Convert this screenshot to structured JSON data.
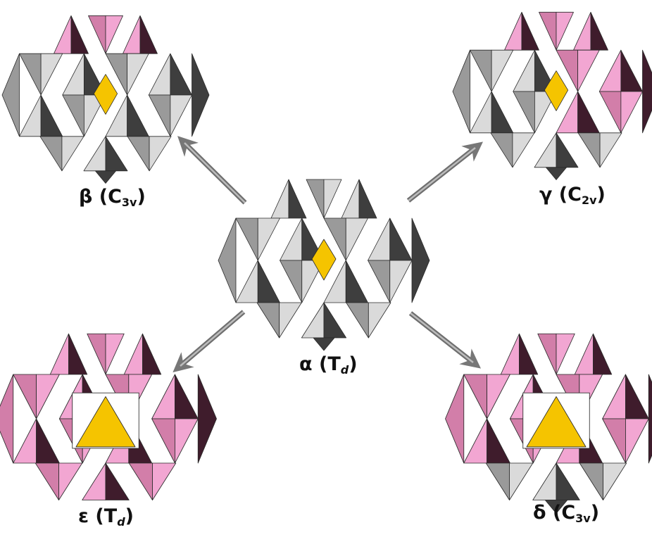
{
  "colors": {
    "pink_light": "#f2a6d2",
    "pink_mid": "#d27ea9",
    "pink_dark": "#3f1c2c",
    "grey_light": "#dadada",
    "grey_mid": "#9a9a9a",
    "grey_dark": "#3e3e3e",
    "tetrahedron": "#f5c400",
    "arrow": "#777777",
    "label": "#111111"
  },
  "isomers": [
    {
      "id": "alpha",
      "greek": "α",
      "symmetry": "T",
      "symmetry_sub": "d",
      "sub_italic": true,
      "color_scheme": "all-grey"
    },
    {
      "id": "beta",
      "greek": "β",
      "symmetry": "C",
      "symmetry_sub": "3v",
      "sub_italic": false,
      "color_scheme": "one rotated cap (pink)"
    },
    {
      "id": "gamma",
      "greek": "γ",
      "symmetry": "C",
      "symmetry_sub": "2v",
      "sub_italic": false,
      "color_scheme": "two rotated triads (pink)"
    },
    {
      "id": "delta",
      "greek": "δ",
      "symmetry": "C",
      "symmetry_sub": "3v",
      "sub_italic": false,
      "color_scheme": "three rotated triads (pink)"
    },
    {
      "id": "epsilon",
      "greek": "ε",
      "symmetry": "T",
      "symmetry_sub": "d",
      "sub_italic": true,
      "color_scheme": "all-pink"
    }
  ],
  "arrows": [
    {
      "from": "alpha",
      "to": "beta"
    },
    {
      "from": "alpha",
      "to": "gamma"
    },
    {
      "from": "alpha",
      "to": "epsilon"
    },
    {
      "from": "alpha",
      "to": "delta"
    }
  ]
}
